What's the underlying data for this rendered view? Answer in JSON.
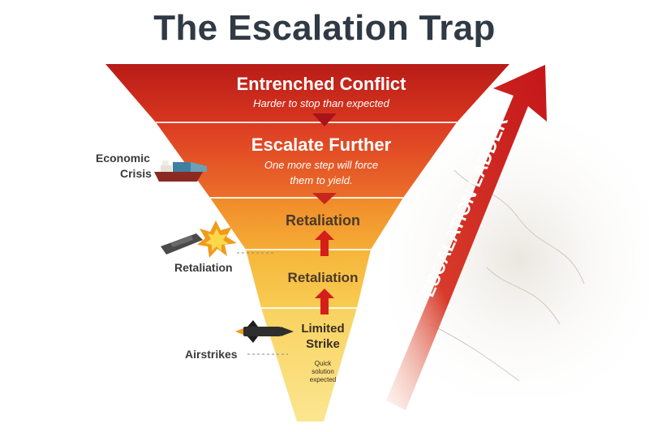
{
  "title": "The Escalation Trap",
  "levels": [
    {
      "heading": "Entrenched Conflict",
      "subtitle": "Harder to stop than expected"
    },
    {
      "heading": "Escalate Further",
      "subtitle_line1": "One more step will force",
      "subtitle_line2": "them to yield."
    },
    {
      "heading": "Retaliation"
    },
    {
      "heading": "Retaliation"
    },
    {
      "heading_line1": "Limited",
      "heading_line2": "Strike",
      "note_line1": "Quick",
      "note_line2": "solution",
      "note_line3": "expected"
    }
  ],
  "side_labels": {
    "economic_line1": "Economic",
    "economic_line2": "Crisis",
    "retaliation": "Retaliation",
    "airstrikes": "Airstrikes"
  },
  "ladder_label": "ESCALATION LADDER",
  "colors": {
    "title": "#2f3a45",
    "level1": "#c8261e",
    "level2": "#e2452a",
    "level3": "#f29a2c",
    "level4": "#f6b93a",
    "level5": "#f9d96a",
    "ladder": "#d42a22"
  }
}
